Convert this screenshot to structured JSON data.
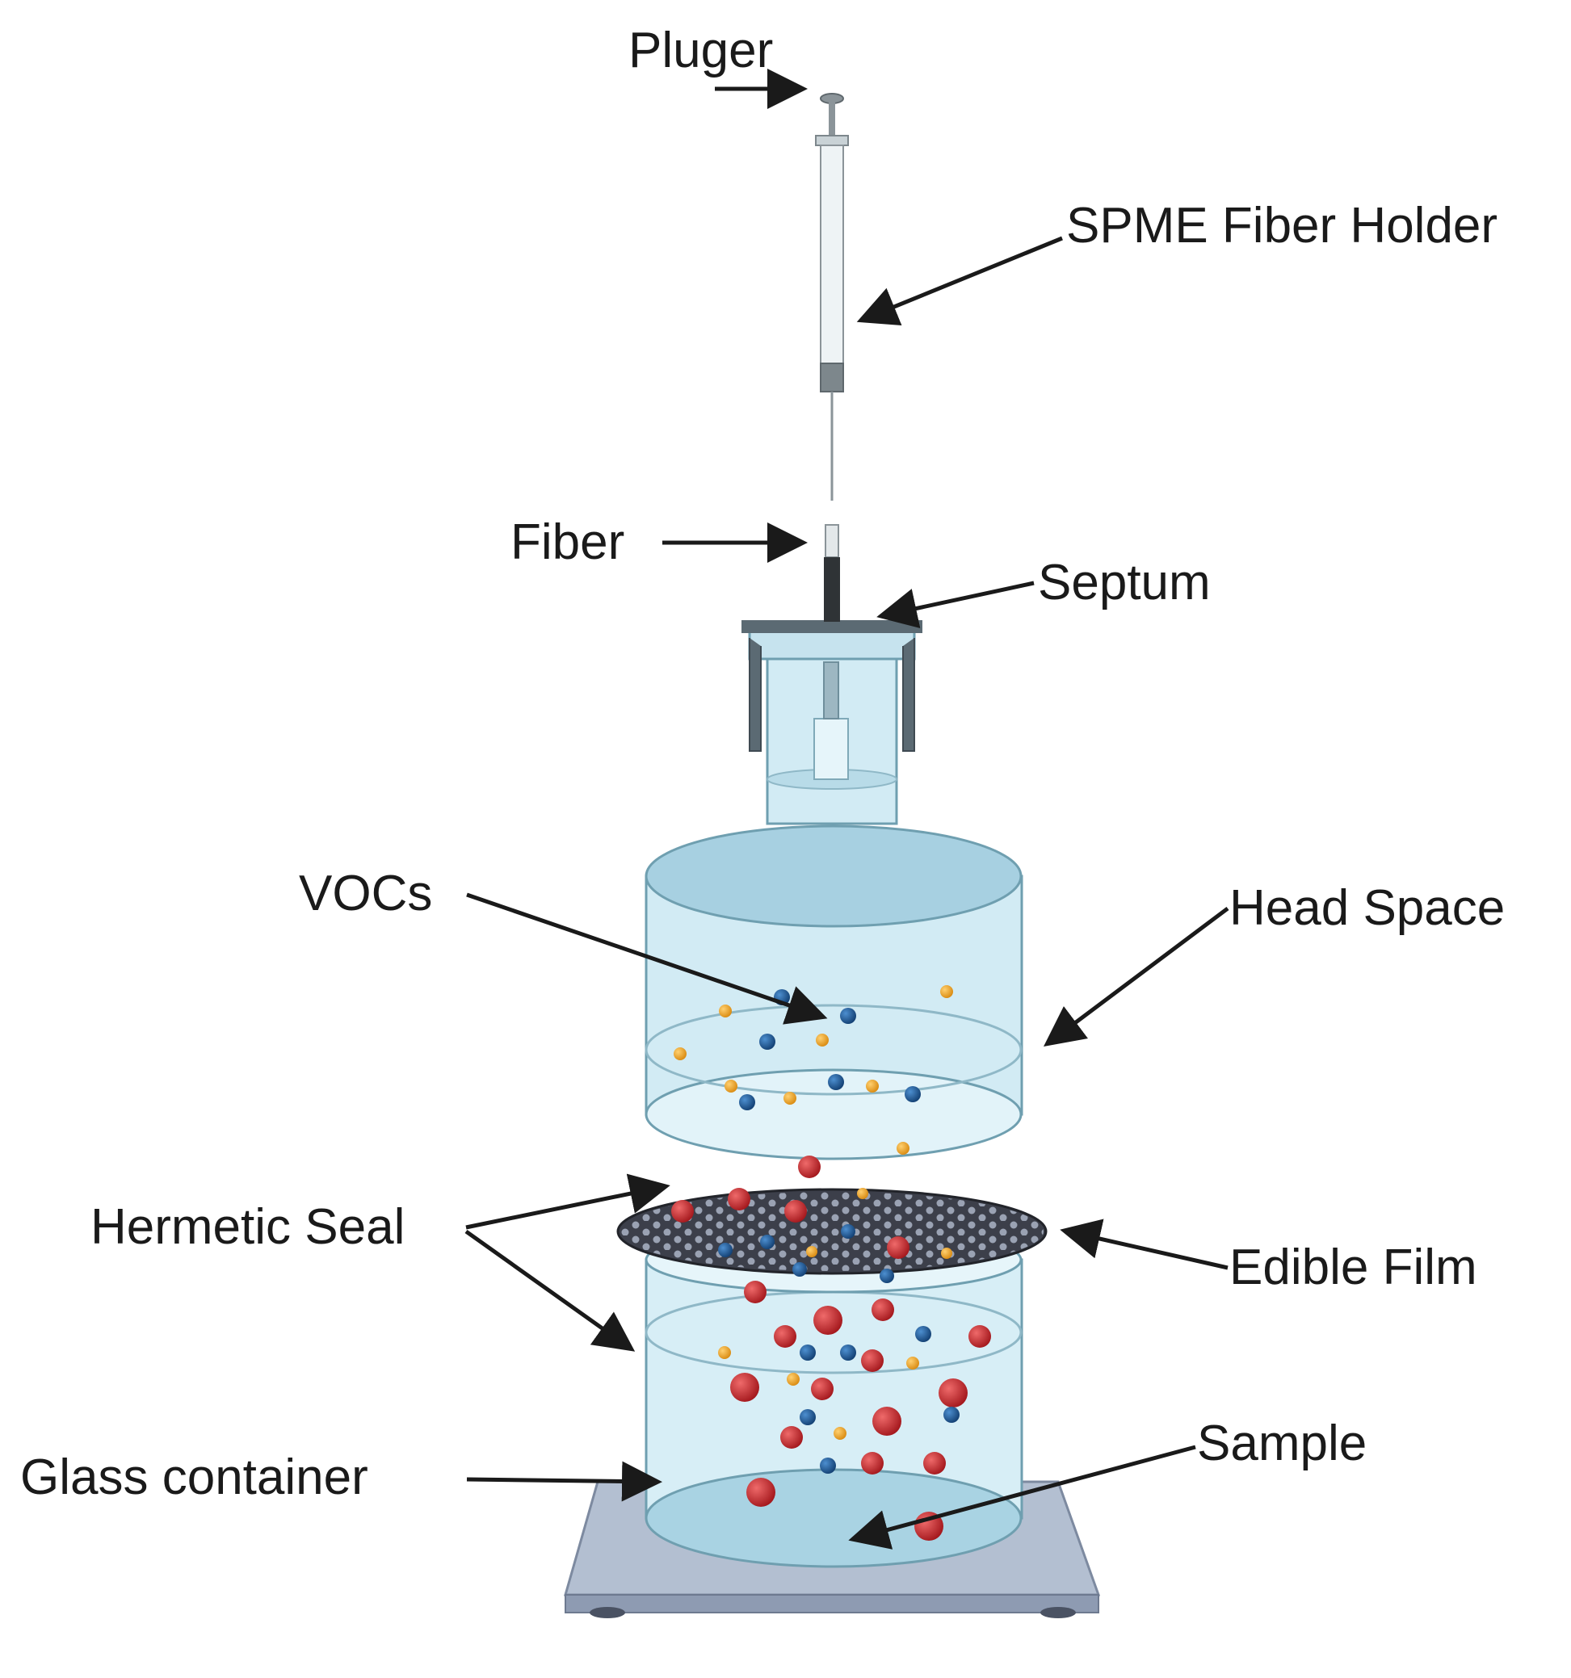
{
  "labels": {
    "plunger": "Pluger",
    "fiber_holder": "SPME Fiber Holder",
    "fiber": "Fiber",
    "septum": "Septum",
    "vocs": "VOCs",
    "head_space": "Head Space",
    "hermetic_seal": "Hermetic Seal",
    "edible_film": "Edible Film",
    "sample": "Sample",
    "glass_container": "Glass container"
  },
  "colors": {
    "glass_fill": "#cfe9f2",
    "glass_stroke": "#6f9fb0",
    "film": "#3c3f4a",
    "base": "#a9b5c9",
    "particle_red": "#c0282d",
    "particle_blue": "#1f5f9e",
    "particle_orange": "#f0a020",
    "text": "#1a1a1a"
  }
}
